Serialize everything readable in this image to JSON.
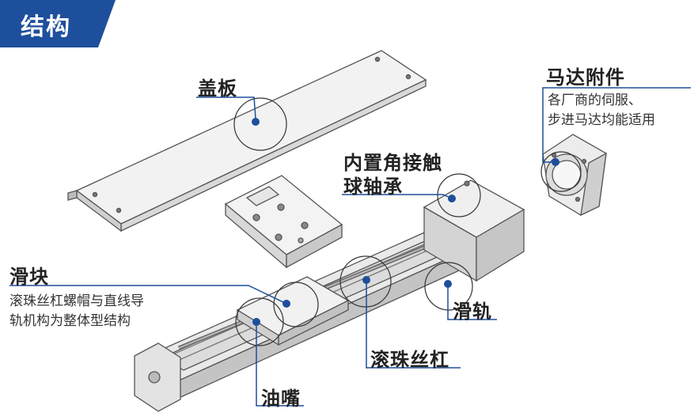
{
  "header": {
    "title": "结构"
  },
  "labels": {
    "cover": "盖板",
    "motor": "马达附件",
    "motor_desc_1": "各厂商的伺服、",
    "motor_desc_2": "步进马达均能适用",
    "bearing_1": "内置角接触",
    "bearing_2": "球轴承",
    "slider": "滑块",
    "slider_desc_1": "滚珠丝杠螺帽与直线导",
    "slider_desc_2": "轨机构为整体型结构",
    "rail": "滑轨",
    "screw": "滚珠丝杠",
    "nozzle": "油嘴"
  },
  "colors": {
    "accent": "#1d4f9c",
    "line": "#3a3a3a",
    "metal": "#eeeeee",
    "edge": "#555555"
  }
}
